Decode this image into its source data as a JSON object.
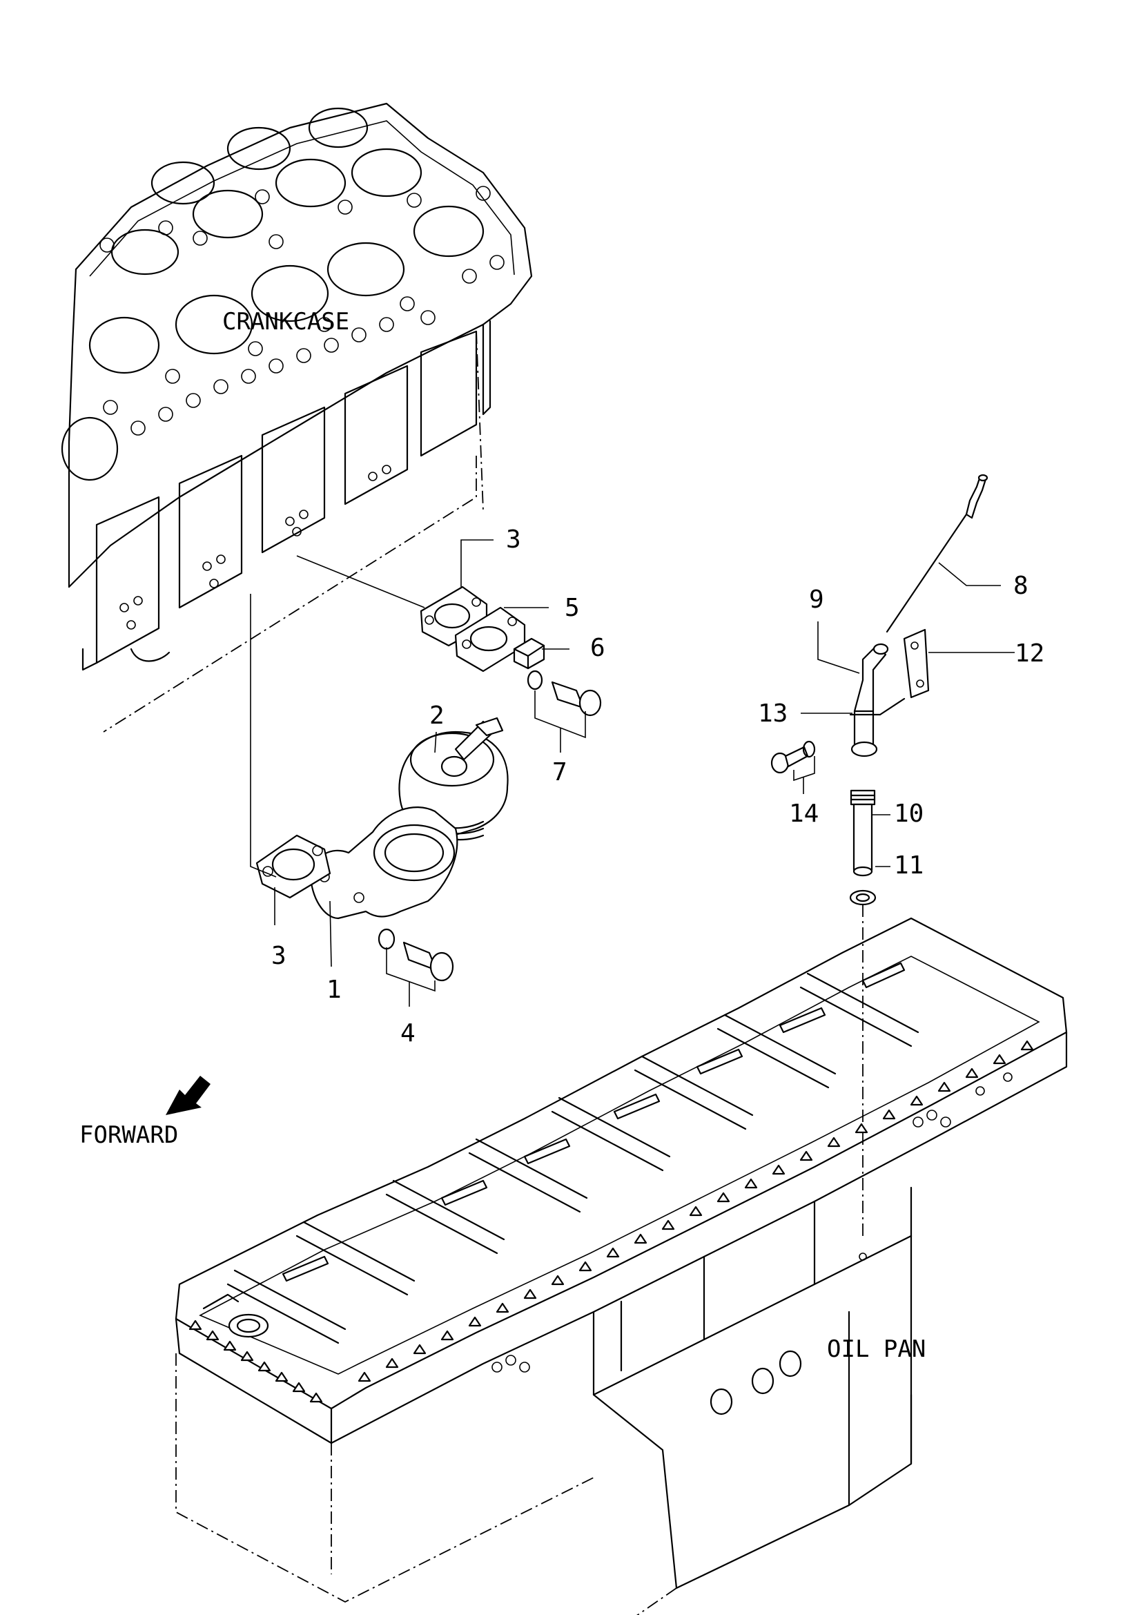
{
  "labels": {
    "crankcase": "CRANKCASE",
    "oil_pan": "OIL PAN",
    "forward": "FORWARD"
  },
  "callouts": {
    "c1": "1",
    "c2": "2",
    "c3a": "3",
    "c3b": "3",
    "c4": "4",
    "c5": "5",
    "c6": "6",
    "c7": "7",
    "c8": "8",
    "c9": "9",
    "c10": "10",
    "c11": "11",
    "c12": "12",
    "c13": "13",
    "c14": "14"
  }
}
